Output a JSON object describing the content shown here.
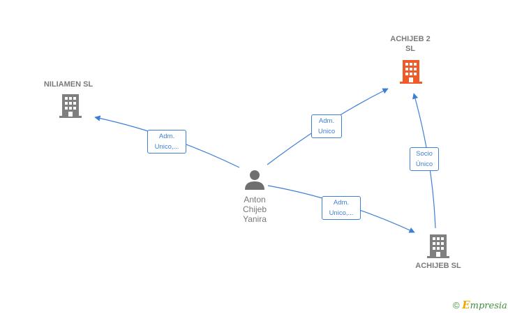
{
  "nodes": {
    "niliamen": {
      "label": "NILIAMEN SL"
    },
    "achijeb2": {
      "label": "ACHIJEB 2\nSL"
    },
    "achijeb": {
      "label": "ACHIJEB  SL"
    },
    "person": {
      "label": "Anton\nChijeb\nYanira"
    }
  },
  "edges": {
    "to_niliamen": {
      "label": "Adm.\nUnico,..."
    },
    "to_achijeb2": {
      "label": "Adm.\nUnico"
    },
    "to_achijeb": {
      "label": "Adm.\nUnico,..."
    },
    "achijeb_to_achijeb2": {
      "label": "Socio\nÚnico"
    }
  },
  "footer": {
    "copyright": "©",
    "brand_initial": "E",
    "brand_rest": "mpresia"
  },
  "colors": {
    "edge": "#3e7fd6",
    "building": "#7f7f7f",
    "building_highlight": "#f05a28",
    "person": "#6f6f6f"
  }
}
